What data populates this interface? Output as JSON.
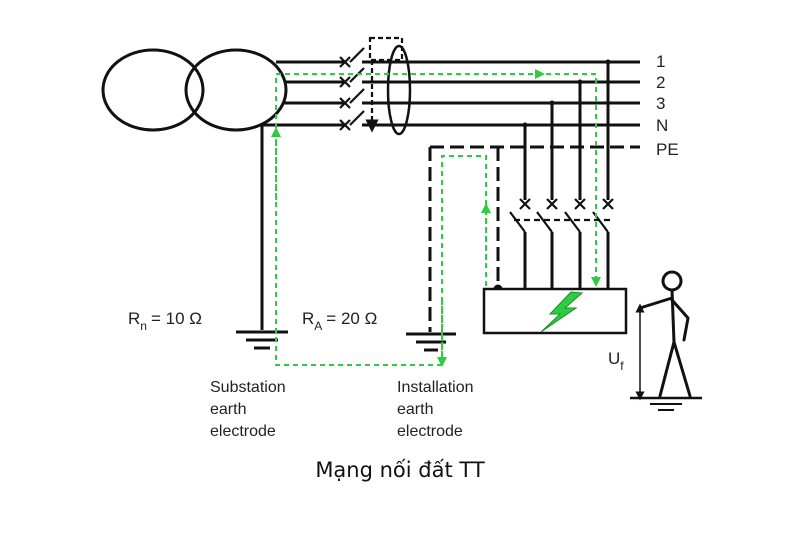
{
  "phases": {
    "l1": "1",
    "l2": "2",
    "l3": "3",
    "neutral": "N",
    "protective": "PE"
  },
  "substation": {
    "resistance_symbol": "R",
    "resistance_sub": "n",
    "resistance_value": "= 10 Ω",
    "label_line1": "Substation",
    "label_line2": "earth",
    "label_line3": "electrode"
  },
  "installation": {
    "resistance_symbol": "R",
    "resistance_sub": "A",
    "resistance_value": "= 20 Ω",
    "label_line1": "Installation",
    "label_line2": "earth",
    "label_line3": "electrode"
  },
  "touch_voltage": {
    "symbol": "U",
    "sub": "f"
  },
  "caption": "Mạng nối đất TT",
  "colors": {
    "line": "#111111",
    "fault_path": "#2ecc40",
    "bolt": "#2ecc40",
    "device_fill": "#ffffff"
  },
  "icons": {
    "fault": "lightning-bolt-icon",
    "person": "stick-figure-icon",
    "ground": "earth-ground-icon"
  }
}
